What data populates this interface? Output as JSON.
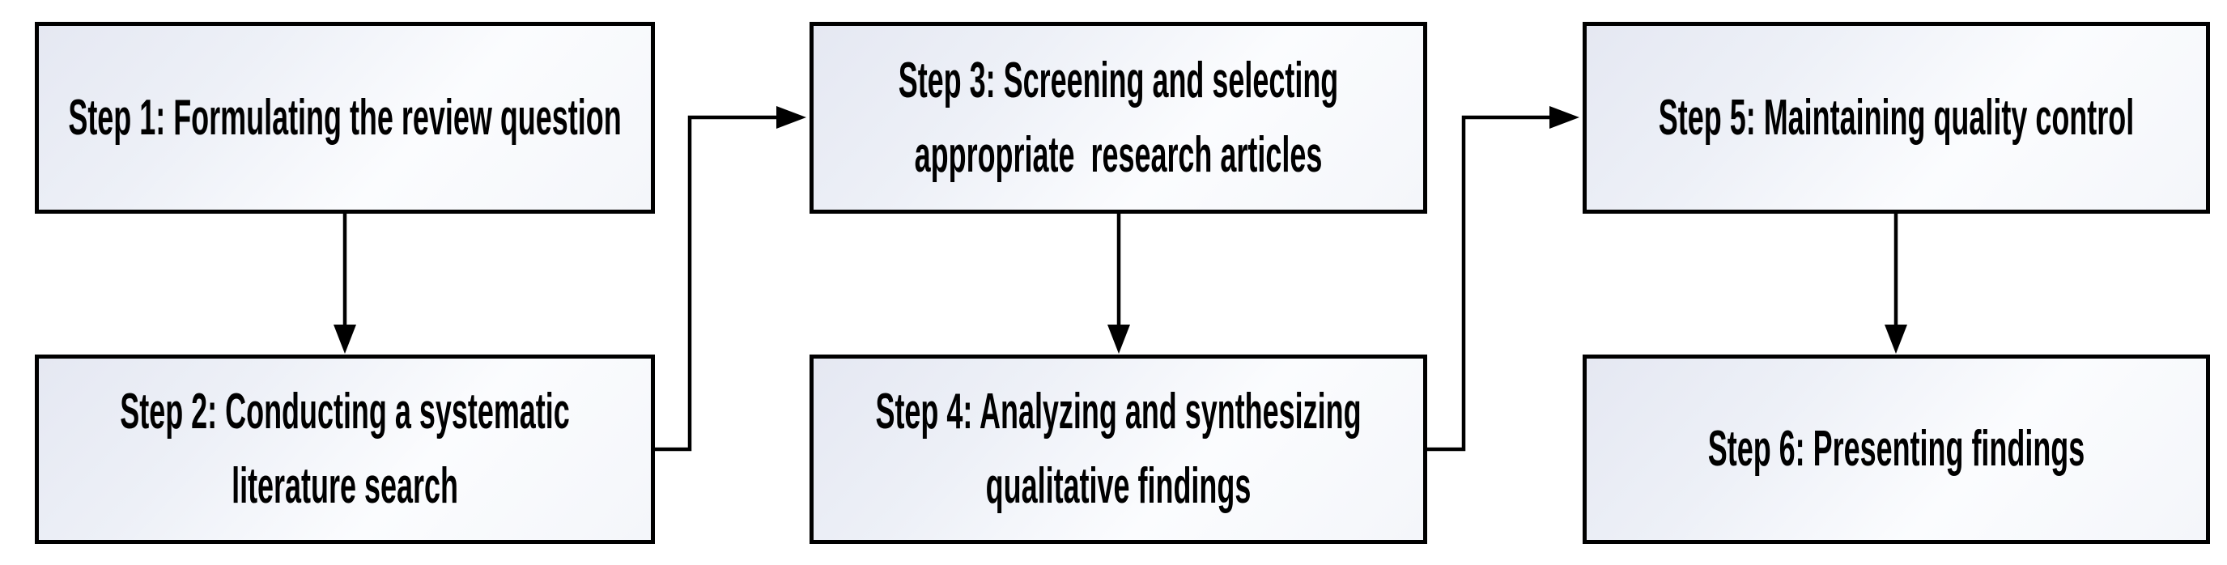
{
  "diagram": {
    "type": "flowchart",
    "description_visible_text_only": true,
    "steps": [
      {
        "id": "step-1",
        "label": "Step 1: Formulating the review question",
        "label_lines": [
          "Step 1: Formulating the review question"
        ]
      },
      {
        "id": "step-2",
        "label": "Step 2: Conducting a systematic literature search",
        "label_lines": [
          "Step 2: Conducting a systematic",
          "literature search"
        ]
      },
      {
        "id": "step-3",
        "label": "Step 3: Screening and selecting appropriate  research articles",
        "label_lines": [
          "Step 3: Screening and selecting",
          "appropriate  research articles"
        ]
      },
      {
        "id": "step-4",
        "label": "Step 4: Analyzing and synthesizing qualitative findings",
        "label_lines": [
          "Step 4: Analyzing and synthesizing",
          "qualitative findings"
        ]
      },
      {
        "id": "step-5",
        "label": "Step 5: Maintaining quality control",
        "label_lines": [
          "Step 5: Maintaining quality control"
        ]
      },
      {
        "id": "step-6",
        "label": "Step 6: Presenting findings",
        "label_lines": [
          "Step 6: Presenting findings"
        ]
      }
    ],
    "flow": [
      [
        "step-1",
        "step-2"
      ],
      [
        "step-2",
        "step-3"
      ],
      [
        "step-3",
        "step-4"
      ],
      [
        "step-4",
        "step-5"
      ],
      [
        "step-5",
        "step-6"
      ]
    ],
    "colors": {
      "border": "#000000",
      "arrow": "#000000",
      "text": "#000000",
      "box_fill_gradient_start": "#e5e8f2",
      "box_fill_gradient_end": "#ffffff",
      "background": "#ffffff"
    }
  }
}
